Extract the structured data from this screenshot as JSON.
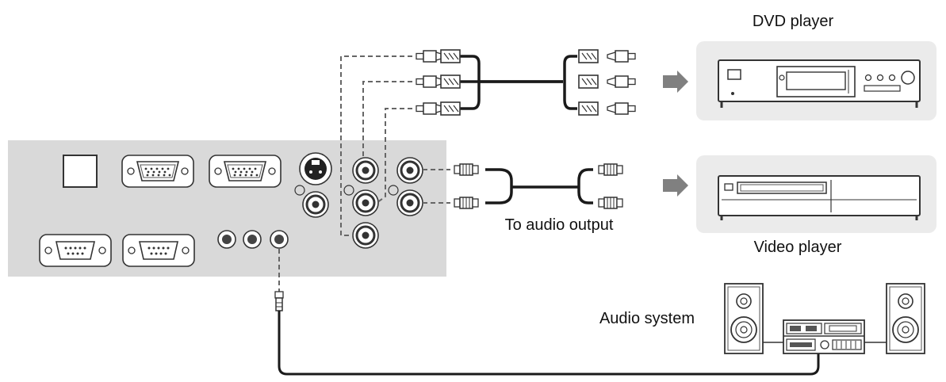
{
  "labels": {
    "dvd_player": "DVD player",
    "video_player": "Video player",
    "audio_output": "To audio output",
    "audio_system": "Audio system"
  },
  "colors": {
    "panel": "#d9d9d9",
    "device_backdrop": "#ebebeb",
    "cable": "#1a1a1a",
    "dashed_line": "#666666",
    "arrow": "#808080"
  },
  "icons": {
    "panel": "projector-connector-panel-icon",
    "dvd": "dvd-player-icon",
    "vcr": "video-player-icon",
    "audio": "audio-system-icon"
  }
}
